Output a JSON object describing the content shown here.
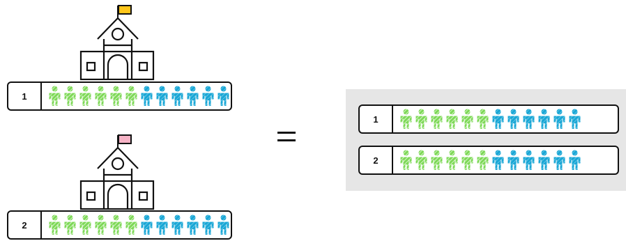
{
  "colors": {
    "green": "#7ed957",
    "blue": "#1aa7d6",
    "flag_1": "#ffc61a",
    "flag_2": "#f6b3c6",
    "outline": "#111111",
    "panel": "#e6e6e6"
  },
  "schools": [
    {
      "label": "1",
      "flag_color": "#ffc61a",
      "students": [
        "green",
        "green",
        "green",
        "green",
        "green",
        "green",
        "blue",
        "blue",
        "blue",
        "blue",
        "blue",
        "blue"
      ]
    },
    {
      "label": "2",
      "flag_color": "#f6b3c6",
      "students": [
        "green",
        "green",
        "green",
        "green",
        "green",
        "green",
        "blue",
        "blue",
        "blue",
        "blue",
        "blue",
        "blue"
      ]
    }
  ],
  "combined_rows": [
    {
      "label": "1",
      "students": [
        "green",
        "green",
        "green",
        "green",
        "green",
        "green",
        "blue",
        "blue",
        "blue",
        "blue",
        "blue",
        "blue"
      ]
    },
    {
      "label": "2",
      "students": [
        "green",
        "green",
        "green",
        "green",
        "green",
        "green",
        "blue",
        "blue",
        "blue",
        "blue",
        "blue",
        "blue"
      ]
    }
  ],
  "icons": {
    "school": "school-building-icon",
    "flag": "flag-icon",
    "person": "person-icon",
    "equals": "equals-icon"
  }
}
